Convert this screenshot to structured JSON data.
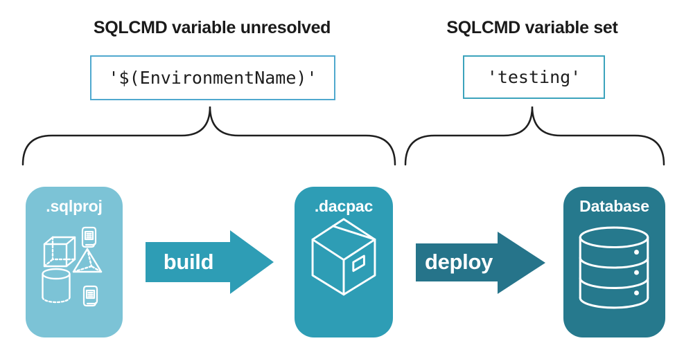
{
  "page": {
    "background": "#ffffff"
  },
  "annotations": {
    "unresolved": {
      "heading": "SQLCMD variable unresolved",
      "value": "'$(EnvironmentName)'",
      "border_color": "#4fa8ce"
    },
    "set": {
      "heading": "SQLCMD variable set",
      "value": "'testing'",
      "border_color": "#3ba3bc"
    }
  },
  "pipeline": {
    "stages": [
      {
        "label": ".sqlproj",
        "color": "#7cc3d6",
        "icons": [
          "cube-icon",
          "scroll-icon",
          "pyramid-icon",
          "cylinder-icon",
          "scroll-icon"
        ]
      },
      {
        "label": ".dacpac",
        "color": "#2e9db5",
        "icons": [
          "package-icon"
        ]
      },
      {
        "label": "Database",
        "color": "#26798d",
        "icons": [
          "database-cylinder-icon"
        ]
      }
    ],
    "arrows": [
      {
        "label": "build",
        "color": "#2e9db5"
      },
      {
        "label": "deploy",
        "color": "#26748a"
      }
    ]
  },
  "colors": {
    "brace_line": "#1f1f1f",
    "heading_text": "#1a1a1a",
    "code_text": "#1d1d1d",
    "icon_stroke": "#ffffff",
    "label_text": "#ffffff"
  }
}
